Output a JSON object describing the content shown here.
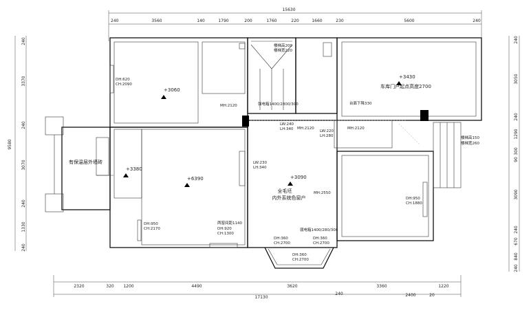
{
  "dims_top_total": "15630",
  "dims_top": [
    "240",
    "3560",
    "140",
    "1790",
    "200",
    "1760",
    "220",
    "1660",
    "230",
    "5600",
    "240"
  ],
  "dims_bottom_1": [
    "2320",
    "320",
    "1200",
    "4490",
    "3620",
    "3360",
    "1220"
  ],
  "dims_bottom_2": [
    "17130",
    "240",
    "2400",
    "20"
  ],
  "dims_left_total": "9580",
  "dims_left": [
    "240",
    "3370",
    "240",
    "3070",
    "240",
    "1330",
    "240"
  ],
  "dims_right": [
    "240",
    "3050",
    "240",
    "1290",
    "300",
    "90",
    "3090",
    "240",
    "670",
    "840",
    "240"
  ],
  "rooms": {
    "exterior_wall": "有保温层外墙砖",
    "finished_door": "全毛坯",
    "finished_door_2": "内外系统色窗户",
    "garage_note": "车库门户起点高度2700",
    "counter_note": "台面下降330",
    "stair_note_1": "楼梯高200",
    "stair_note_2": "楼梯宽220",
    "stair_right_1": "楼梯高150",
    "stair_right_2": "楼梯宽260",
    "window_note": "两窗间距1140"
  },
  "levels": [
    "+3060",
    "+3380",
    "+6390",
    "+3090",
    "+3430"
  ],
  "labels": {
    "dh620": "DH:620",
    "ch2090": "CH:2090",
    "mh2120a": "MH:2120",
    "mh2120b": "MH:2120",
    "mh2120c": "MH:2120",
    "mh2550": "MH:2550",
    "lw240": "LW:240",
    "lh340a": "LH:340",
    "lw220": "LW:220",
    "lh280": "LH:280",
    "lw230": "LW:230",
    "lh340b": "LH:340",
    "dh950a": "DH:950",
    "ch2170": "CH:2170",
    "dh920": "DH:920",
    "ch1300": "CH:1300",
    "dh950b": "DH:950",
    "ch1880": "CH:1880",
    "dh360a": "DH:360",
    "ch2700a": "CH:2700",
    "dh360b": "DH:360",
    "ch2700b": "CH:2700",
    "dh360c": "DH:360",
    "ch2700c": "CH:2700",
    "beam_a": "强电箱1400/2800/300",
    "beam_b": "弱电箱1400/280/300"
  }
}
